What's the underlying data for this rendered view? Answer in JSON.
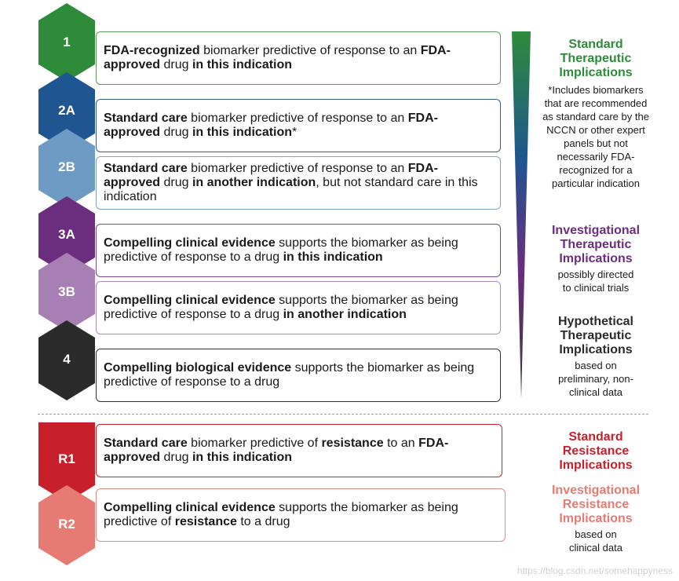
{
  "colors": {
    "level_1": "#2e8b3a",
    "level_2a": "#1f5590",
    "level_2b": "#6d9bc3",
    "level_3a": "#6b2d7e",
    "level_3b": "#a77fb4",
    "level_4": "#2b2b2b",
    "level_r1": "#c8202a",
    "level_r2": "#e57b72",
    "standard_therapeutic": "#2e8b3a",
    "investigational_therapeutic": "#6b2d7e",
    "hypothetical_therapeutic": "#2b2b2b",
    "standard_resistance": "#c8202a",
    "investigational_resistance": "#e57b72"
  },
  "levels": [
    {
      "id": "1",
      "label": "1",
      "segments": [
        [
          "FDA-recognized",
          true
        ],
        [
          " biomarker predictive of response to an ",
          false
        ],
        [
          "FDA-approved",
          true
        ],
        [
          " drug ",
          false
        ],
        [
          "in this indication",
          true
        ]
      ]
    },
    {
      "id": "2A",
      "label": "2A",
      "segments": [
        [
          "Standard care",
          true
        ],
        [
          " biomarker predictive of response to an ",
          false
        ],
        [
          "FDA-approved",
          true
        ],
        [
          " drug ",
          false
        ],
        [
          "in this indication",
          true
        ],
        [
          "*",
          false
        ]
      ]
    },
    {
      "id": "2B",
      "label": "2B",
      "segments": [
        [
          "Standard care",
          true
        ],
        [
          " biomarker predictive of response to an ",
          false
        ],
        [
          "FDA-approved",
          true
        ],
        [
          " drug ",
          false
        ],
        [
          "in another indication",
          true
        ],
        [
          ", but not standard care in this indication",
          false
        ]
      ]
    },
    {
      "id": "3A",
      "label": "3A",
      "segments": [
        [
          "Compelling clinical evidence",
          true
        ],
        [
          " supports the biomarker as being predictive of response to a drug ",
          false
        ],
        [
          "in this indication",
          true
        ]
      ]
    },
    {
      "id": "3B",
      "label": "3B",
      "segments": [
        [
          "Compelling clinical evidence",
          true
        ],
        [
          " supports the biomarker as being predictive of response to a drug ",
          false
        ],
        [
          "in another indication",
          true
        ]
      ]
    },
    {
      "id": "4",
      "label": "4",
      "segments": [
        [
          "Compelling biological evidence",
          true
        ],
        [
          " supports the biomarker as being predictive of response to a drug",
          false
        ]
      ]
    },
    {
      "id": "R1",
      "label": "R1",
      "segments": [
        [
          "Standard care",
          true
        ],
        [
          " biomarker predictive of ",
          false
        ],
        [
          "resistance",
          true
        ],
        [
          " to an ",
          false
        ],
        [
          "FDA-approved",
          true
        ],
        [
          " drug ",
          false
        ],
        [
          "in this indication",
          true
        ]
      ]
    },
    {
      "id": "R2",
      "label": "R2",
      "segments": [
        [
          "Compelling clinical evidence",
          true
        ],
        [
          " supports the biomarker as being predictive of ",
          false
        ],
        [
          "resistance",
          true
        ],
        [
          " to a drug",
          false
        ]
      ]
    }
  ],
  "sidebar": {
    "standard_therapeutic": {
      "title": "Standard Therapeutic Implications",
      "note": "*Includes biomarkers that are recommended as standard care by the NCCN or other expert panels but not necessarily FDA-recognized for a particular indication"
    },
    "investigational_therapeutic": {
      "title": "Investigational Therapeutic Implications",
      "note": "possibly directed to clinical trials"
    },
    "hypothetical_therapeutic": {
      "title": "Hypothetical Therapeutic Implications",
      "note": "based on preliminary, non-clinical data"
    },
    "standard_resistance": {
      "title": "Standard Resistance Implications",
      "note": ""
    },
    "investigational_resistance": {
      "title": "Investigational Resistance Implications",
      "note": "based on clinical data"
    }
  },
  "watermark": "https://blog.csdn.net/somehappyness"
}
